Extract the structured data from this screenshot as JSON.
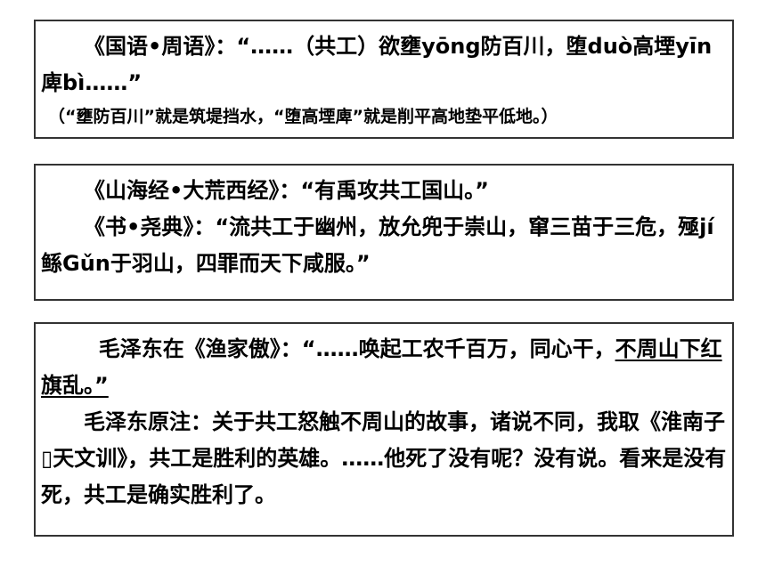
{
  "box1": {
    "quote": "《国语•周语》：“……（共工）欲壅yōng防百川，堕duò高堙yīn庳bì……”",
    "note": "（“壅防百川”就是筑堤挡水，“堕高堙庳”就是削平高地垫平低地。）"
  },
  "box2": {
    "quote1": "《山海经•大荒西经》：“有禹攻共工国山。”",
    "quote2": "《书•尧典》：“流共工于幽州，放允兜于崇山，窜三苗于三危，殛jí鲧Gǔn于羽山，四罪而天下咸服。”"
  },
  "box3": {
    "quote_prefix": "毛泽东在《渔家傲》：“……唤起工农千百万，同心干，",
    "quote_underlined": "不周山下红旗乱。”",
    "note": "毛泽东原注：关于共工怒触不周山的故事，诸说不同，我取《淮南子▯天文训》，共工是胜利的英雄。……他死了没有呢？没有说。看来是没有死，共工是确实胜利了。"
  }
}
